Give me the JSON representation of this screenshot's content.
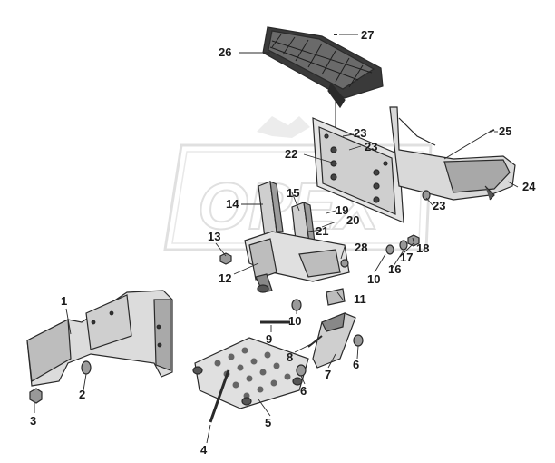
{
  "callouts": [
    {
      "id": "c1",
      "label": "1"
    },
    {
      "id": "c2",
      "label": "2"
    },
    {
      "id": "c3",
      "label": "3"
    },
    {
      "id": "c4",
      "label": "4"
    },
    {
      "id": "c5",
      "label": "5"
    },
    {
      "id": "c6a",
      "label": "6"
    },
    {
      "id": "c6b",
      "label": "6"
    },
    {
      "id": "c7",
      "label": "7"
    },
    {
      "id": "c8",
      "label": "8"
    },
    {
      "id": "c9",
      "label": "9"
    },
    {
      "id": "c10a",
      "label": "10"
    },
    {
      "id": "c10b",
      "label": "10"
    },
    {
      "id": "c11",
      "label": "11"
    },
    {
      "id": "c12",
      "label": "12"
    },
    {
      "id": "c13",
      "label": "13"
    },
    {
      "id": "c14",
      "label": "14"
    },
    {
      "id": "c15",
      "label": "15"
    },
    {
      "id": "c16",
      "label": "16"
    },
    {
      "id": "c17",
      "label": "17"
    },
    {
      "id": "c18",
      "label": "18"
    },
    {
      "id": "c19",
      "label": "19"
    },
    {
      "id": "c20",
      "label": "20"
    },
    {
      "id": "c21",
      "label": "21"
    },
    {
      "id": "c22",
      "label": "22"
    },
    {
      "id": "c23a",
      "label": "23"
    },
    {
      "id": "c23b",
      "label": "23"
    },
    {
      "id": "c23c",
      "label": "23"
    },
    {
      "id": "c24",
      "label": "24"
    },
    {
      "id": "c25",
      "label": "25"
    },
    {
      "id": "c26",
      "label": "26"
    },
    {
      "id": "c27",
      "label": "27"
    },
    {
      "id": "c28",
      "label": "28"
    }
  ],
  "watermark": {
    "text": "OPEX"
  },
  "colors": {
    "line": "#2a2a2a",
    "fill": "#d9d9d9",
    "dark": "#4a4a4a",
    "watermark": "#c8c8c8"
  }
}
